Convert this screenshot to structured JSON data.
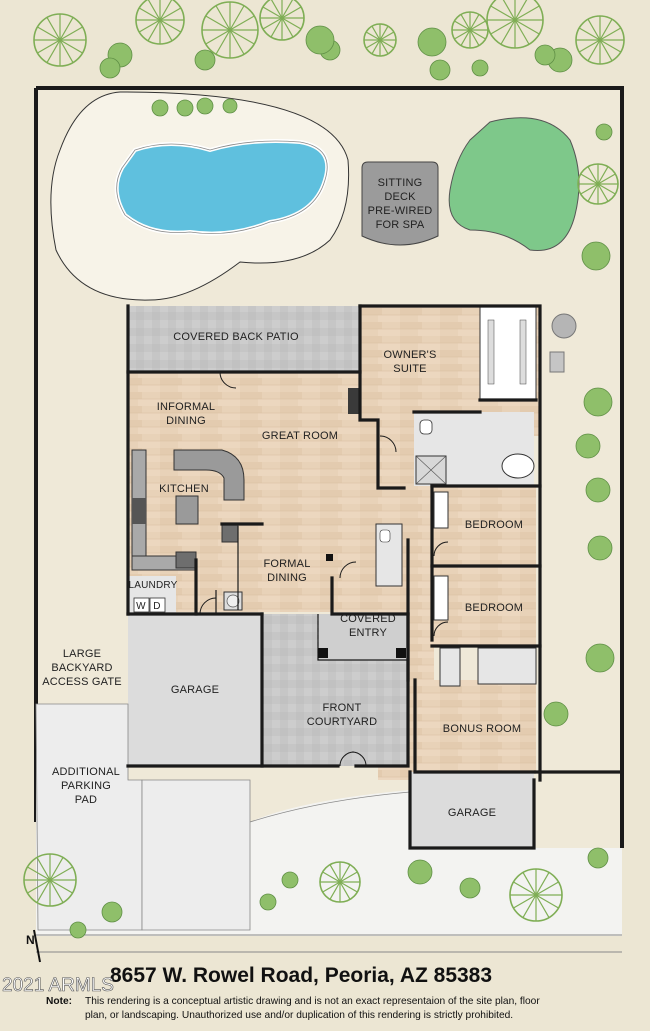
{
  "colors": {
    "background": "#ece6d3",
    "lot": "#efe9d8",
    "wood_floor": "#e8d2b8",
    "concrete": "#c9c9c9",
    "paving": "#dedede",
    "pool_water": "#5fc0de",
    "lawn": "#7ec88a",
    "wall": "#1a1a1a",
    "tree": "#7fae55"
  },
  "labels": {
    "sitting_deck": [
      "SITTING",
      "DECK",
      "PRE-WIRED",
      "FOR SPA"
    ],
    "covered_back_patio": [
      "COVERED BACK PATIO"
    ],
    "owners_suite": [
      "OWNER'S",
      "SUITE"
    ],
    "informal_dining": [
      "INFORMAL",
      "DINING"
    ],
    "great_room": [
      "GREAT ROOM"
    ],
    "kitchen": [
      "KITCHEN"
    ],
    "bedroom_1": [
      "BEDROOM"
    ],
    "bedroom_2": [
      "BEDROOM"
    ],
    "formal_dining": [
      "FORMAL",
      "DINING"
    ],
    "laundry": [
      "LAUNDRY"
    ],
    "washer": [
      "W"
    ],
    "dryer": [
      "D"
    ],
    "covered_entry": [
      "COVERED",
      "ENTRY"
    ],
    "large_gate": [
      "LARGE",
      "BACKYARD",
      "ACCESS GATE"
    ],
    "garage_main": [
      "GARAGE"
    ],
    "front_courtyard": [
      "FRONT",
      "COURTYARD"
    ],
    "bonus_room": [
      "BONUS ROOM"
    ],
    "parking_pad": [
      "ADDITIONAL",
      "PARKING",
      "PAD"
    ],
    "garage_side": [
      "GARAGE"
    ]
  },
  "compass": "N",
  "address": "8657 W. Rowel Road, Peoria, AZ  85383",
  "watermark": "2021 ARMLS",
  "note": {
    "label": "Note:",
    "line1": "This rendering is a conceptual artistic drawing and is not an exact representaion of the site plan, floor",
    "line2": "plan, or landscaping.  Unauthorized use and/or duplication of this rendering is strictly prohibited."
  }
}
